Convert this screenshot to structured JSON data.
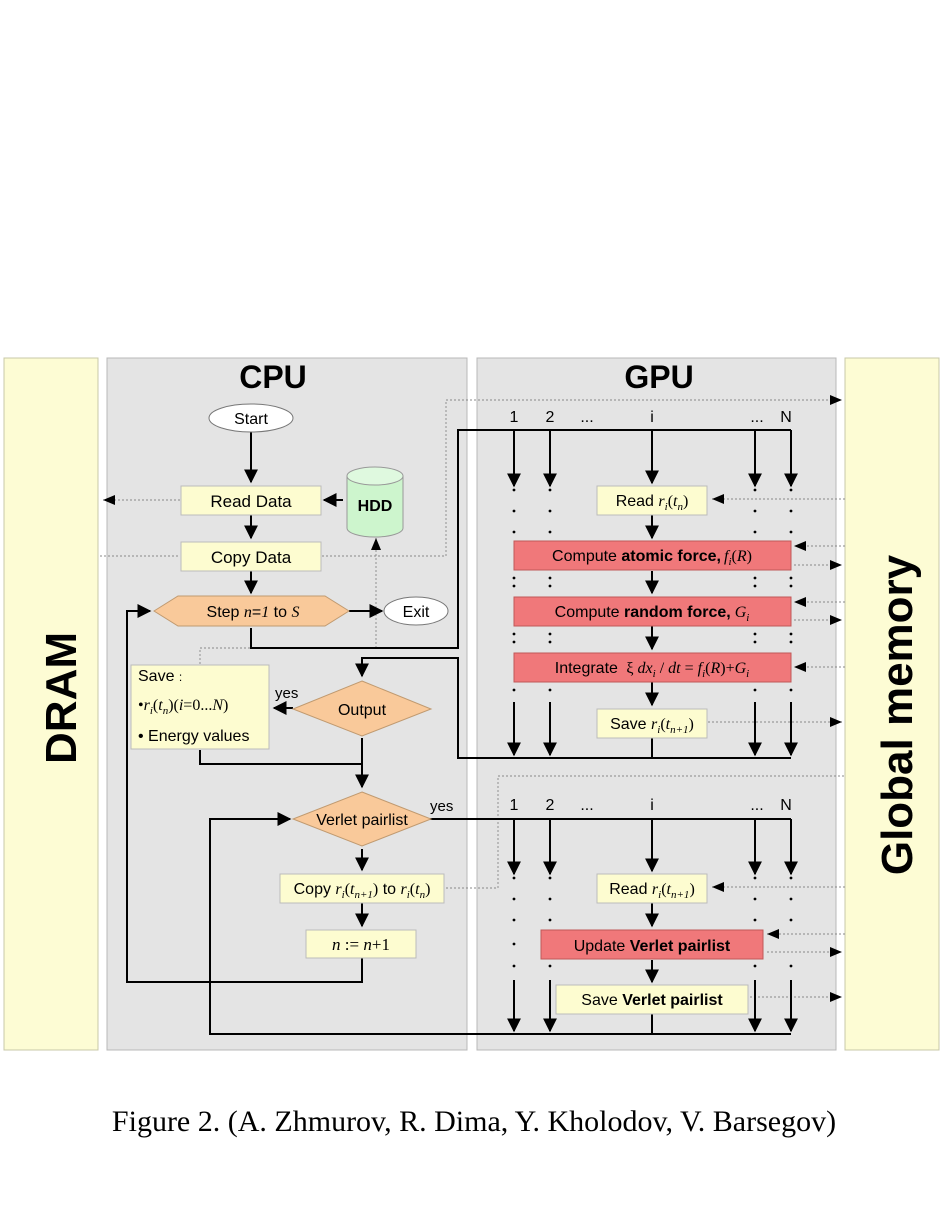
{
  "panels": {
    "dram": "DRAM",
    "cpu": "CPU",
    "gpu": "GPU",
    "global_memory": "Global memory"
  },
  "cpu": {
    "start": "Start",
    "read_data": "Read Data",
    "hdd": "HDD",
    "copy_data": "Copy Data",
    "step_loop": "Step n=1 to S",
    "exit": "Exit",
    "save_title": "Save :",
    "save_coords": "•r_i(t_n)(i=0...N)",
    "save_energy": "• Energy values",
    "yes_output": "yes",
    "output": "Output",
    "verlet_pairlist": "Verlet pairlist",
    "yes_verlet": "yes",
    "copy_coords": "Copy r_i(t_{n+1}) to r_i(t_n)",
    "increment": "n:=n+1"
  },
  "gpu_top": {
    "thread_labels": [
      "1",
      "2",
      "...",
      "i",
      "...",
      "N"
    ],
    "read": "Read r_i(t_n)",
    "compute_atomic": "Compute atomic force, f_i(R)",
    "compute_random": "Compute random force, G_i",
    "integrate": "Integrate ξ dx_i / dt = f_i(R)+G_i",
    "save": "Save r_i(t_{n+1})"
  },
  "gpu_bottom": {
    "thread_labels": [
      "1",
      "2",
      "...",
      "i",
      "...",
      "N"
    ],
    "read": "Read r_i(t_{n+1})",
    "update_verlet": "Update Verlet pairlist",
    "save_verlet": "Save Verlet pairlist"
  },
  "caption": "Figure 2. (A. Zhmurov, R. Dima, Y. Kholodov, V. Barsegov)",
  "colors": {
    "memory_panel": "#fdfcd4",
    "processor_panel": "#e4e4e4",
    "process_box": "#fdfcd0",
    "gpu_kernel_box": "#f0787a",
    "decision": "#f9c99a",
    "hdd": "#cdf5cd"
  }
}
